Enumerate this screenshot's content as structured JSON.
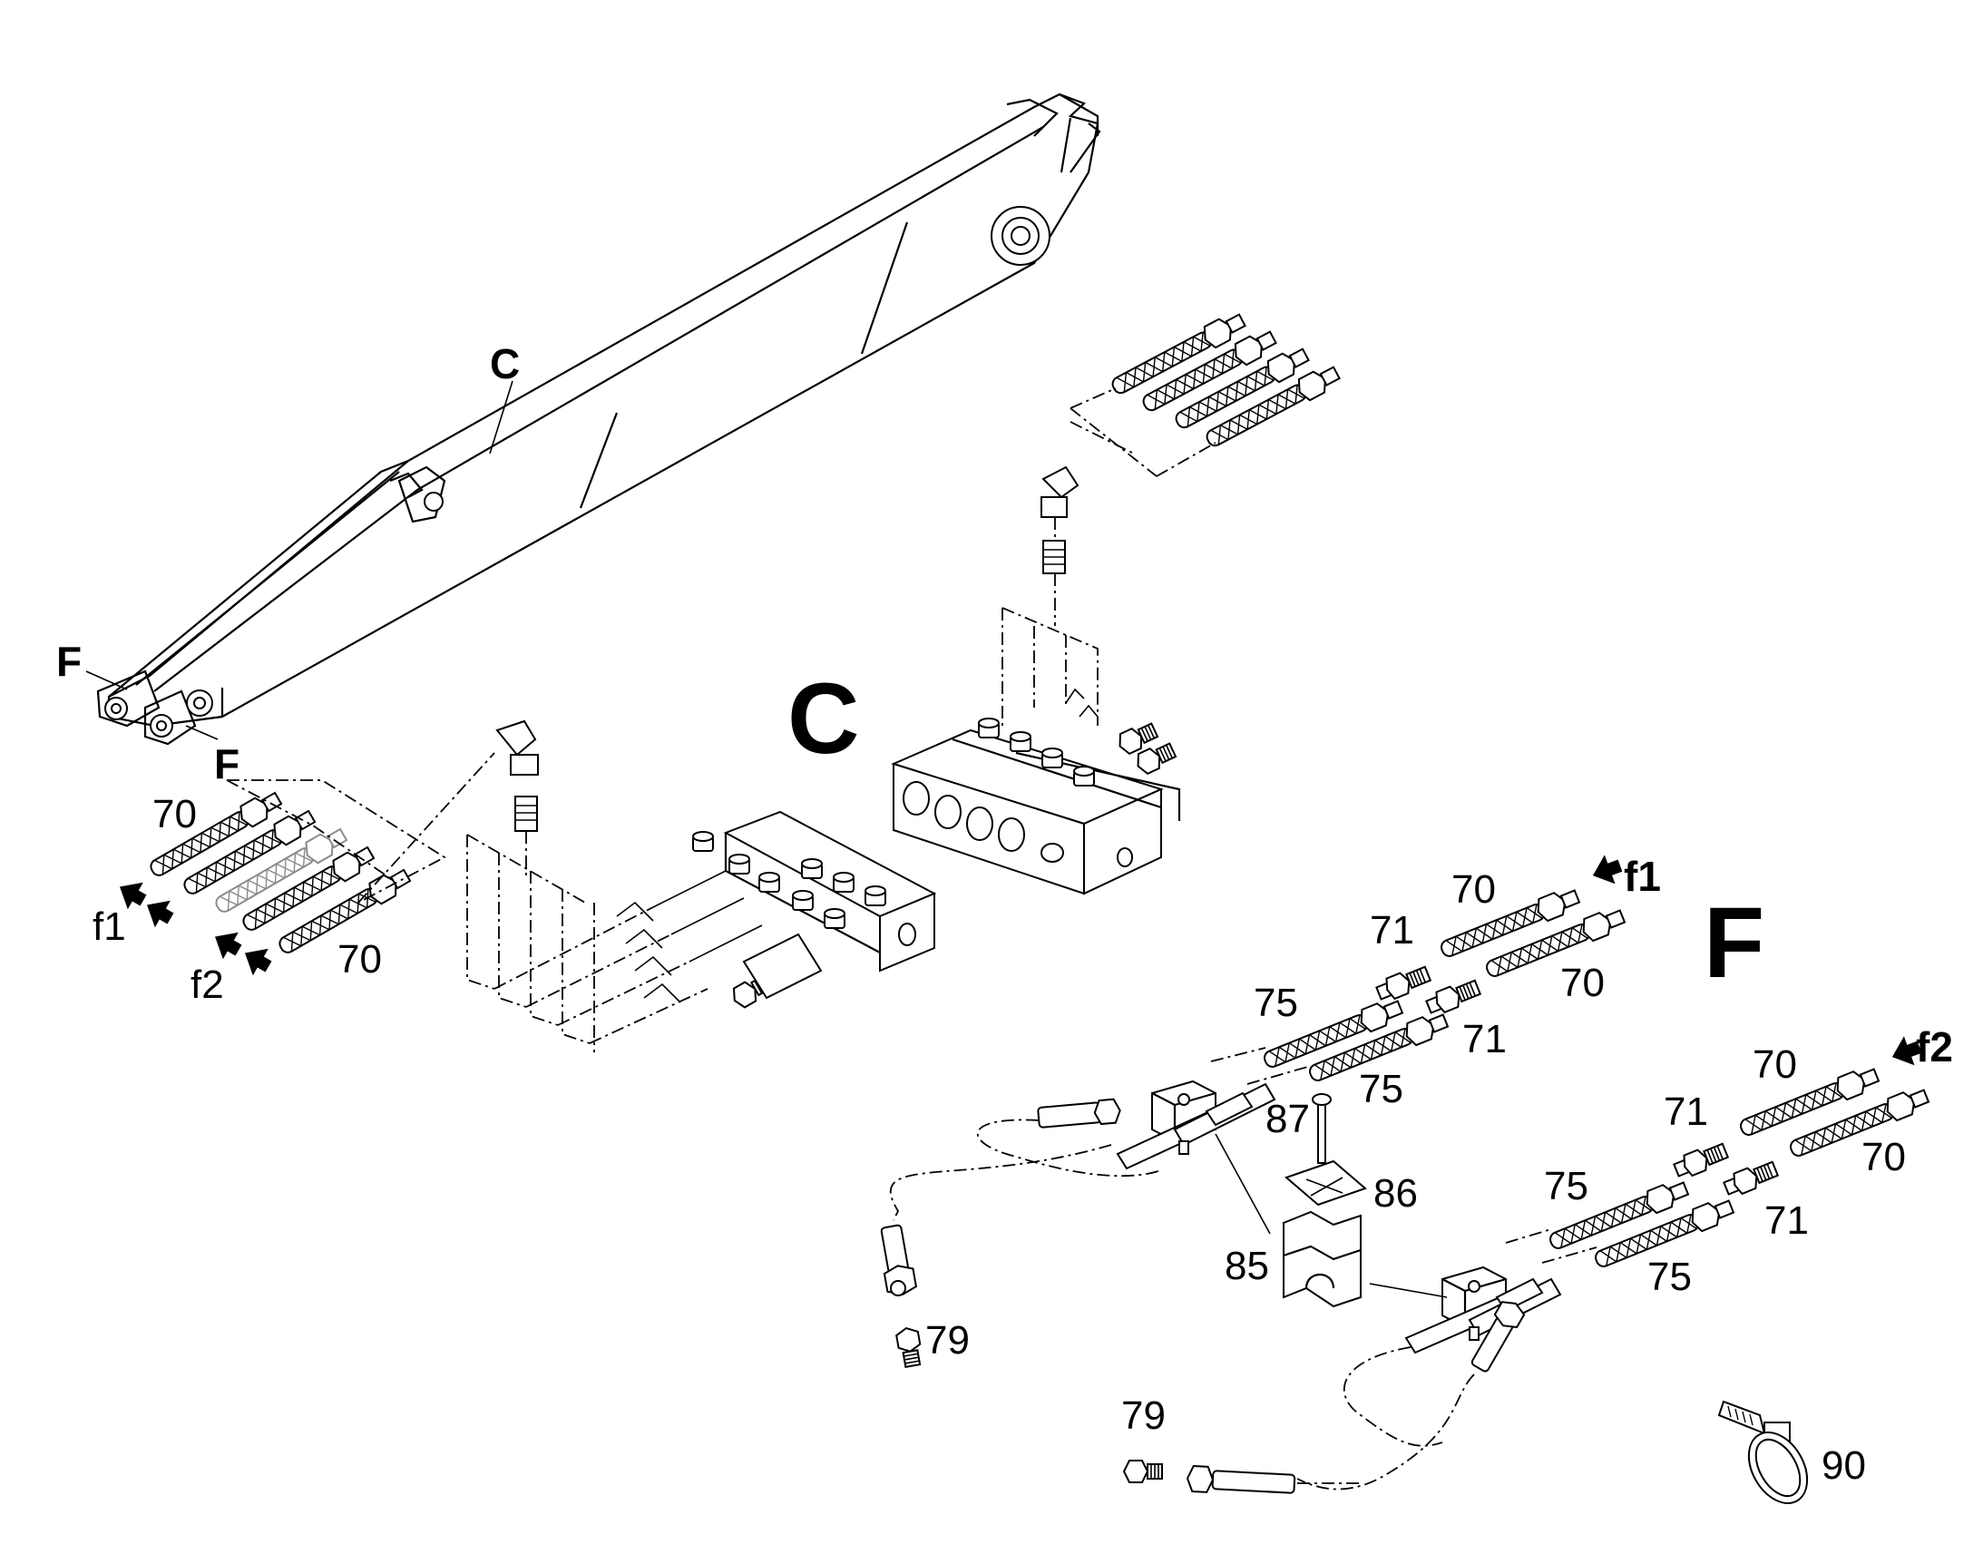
{
  "diagram": {
    "section_labels": {
      "C": "C",
      "F": "F"
    },
    "boom_labels": [
      "C",
      "F",
      "F"
    ],
    "part_numbers": {
      "p70": "70",
      "p71": "71",
      "p75": "75",
      "p79": "79",
      "p85": "85",
      "p86": "86",
      "p87": "87",
      "p90": "90"
    },
    "flow_labels": {
      "f1": "f1",
      "f2": "f2"
    }
  }
}
